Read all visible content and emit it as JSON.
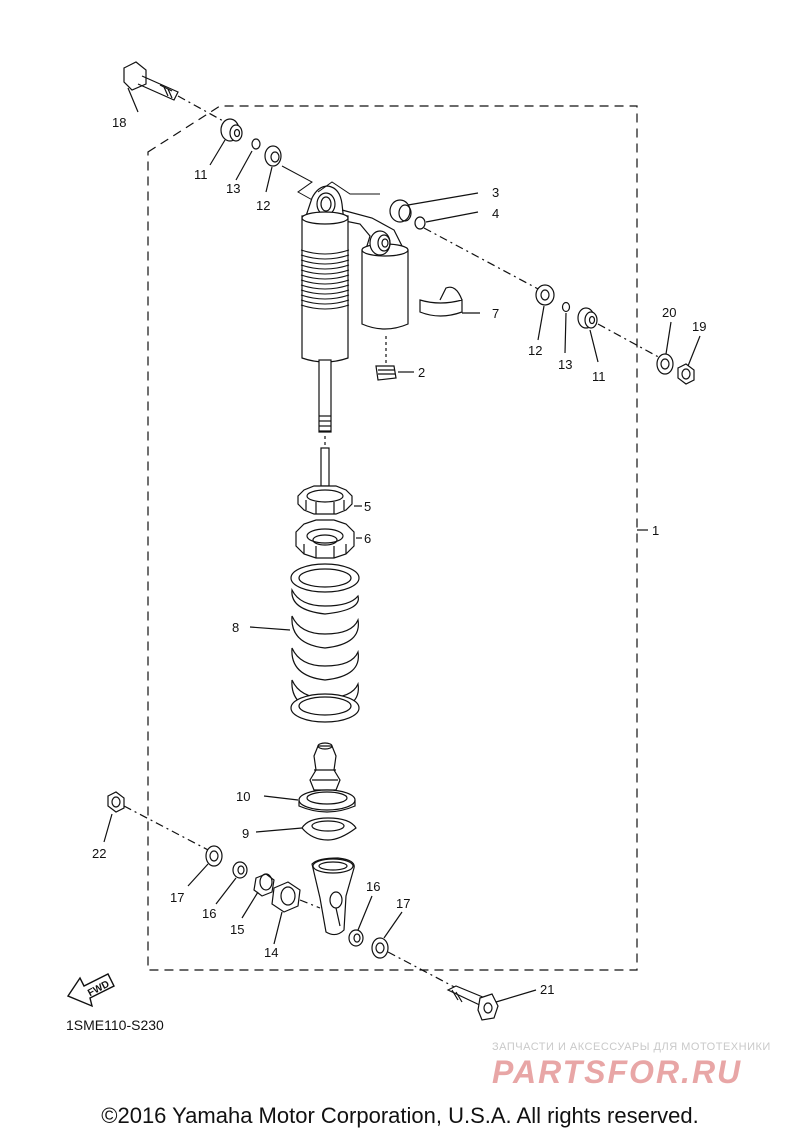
{
  "diagram_code": "1SME110-S230",
  "fwd_label": "FWD",
  "watermark": {
    "subtitle": "ЗАПЧАСТИ И АКСЕССУАРЫ ДЛЯ МОТОТЕХНИКИ",
    "logo_text": "PARTSFOR.RU"
  },
  "copyright": "©2016 Yamaha Motor Corporation, U.S.A. All rights reserved.",
  "callouts": {
    "c1": "1",
    "c2": "2",
    "c3": "3",
    "c4": "4",
    "c5": "5",
    "c6": "6",
    "c7": "7",
    "c8": "8",
    "c9": "9",
    "c10": "10",
    "c11a": "11",
    "c11b": "11",
    "c12a": "12",
    "c12b": "12",
    "c13a": "13",
    "c13b": "13",
    "c14": "14",
    "c15": "15",
    "c16a": "16",
    "c16b": "16",
    "c17a": "17",
    "c17b": "17",
    "c18": "18",
    "c19": "19",
    "c20": "20",
    "c21": "21",
    "c22": "22"
  },
  "colors": {
    "line": "#111111",
    "dash": "#222222",
    "watermark_red": "#e8a6a6"
  }
}
